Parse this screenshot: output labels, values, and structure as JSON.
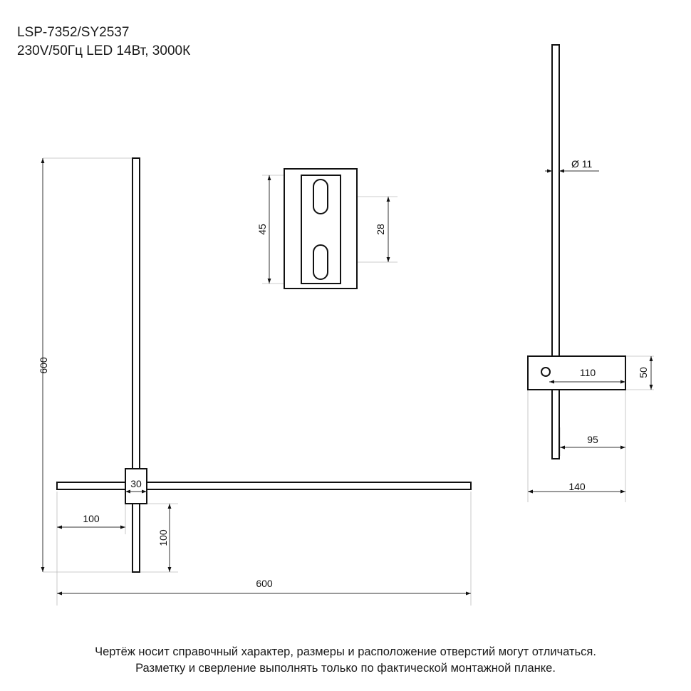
{
  "header": {
    "model": "LSP-7352/SY2537",
    "specs": "230V/50Гц  LED 14Вт, 3000К"
  },
  "dimensions": {
    "front_height": "600",
    "front_width": "600",
    "front_left_arm": "100",
    "front_lower_arm": "100",
    "front_hub": "30",
    "plate_height": "45",
    "plate_holes": "28",
    "side_diameter": "Ø 11",
    "side_box_length": "110",
    "side_box_height": "50",
    "side_offset": "95",
    "side_depth": "140"
  },
  "footer": {
    "line1": "Чертёж носит справочный характер, размеры и расположение отверстий могут отличаться.",
    "line2": "Разметку и сверление выполнять только по фактической монтажной планке."
  }
}
